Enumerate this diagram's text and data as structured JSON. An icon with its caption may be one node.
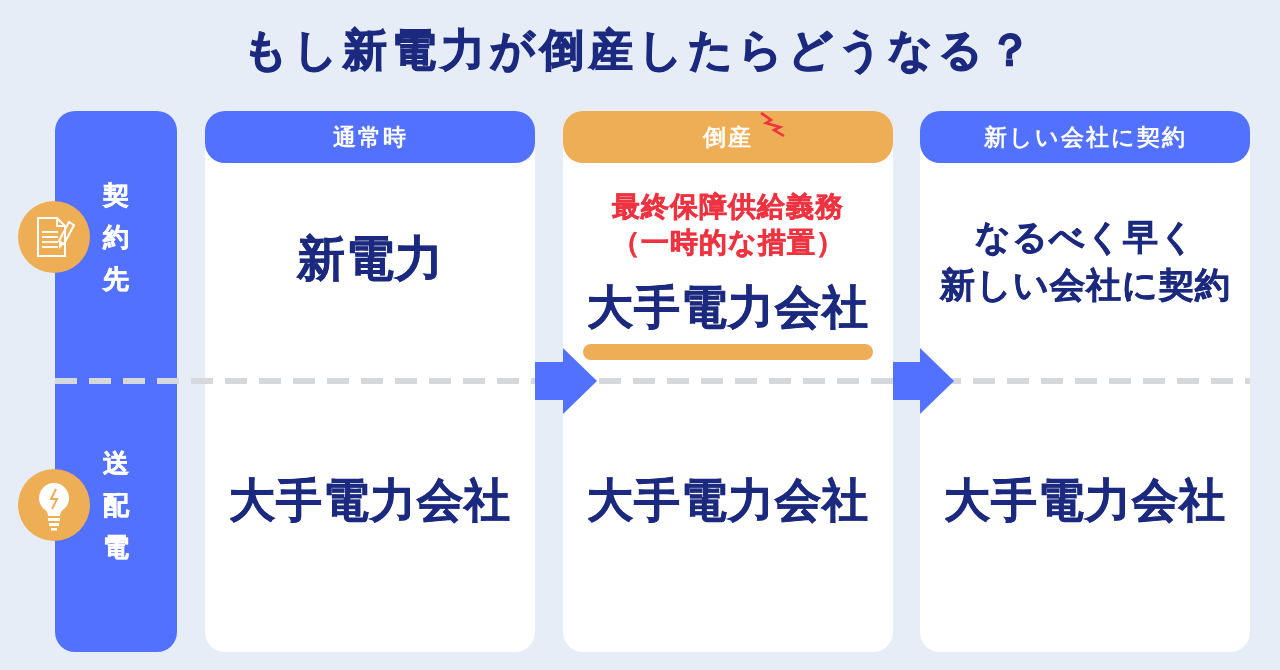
{
  "diagram": {
    "title": "もし新電力が倒産したらどうなる？",
    "nodes": [
      {
        "text": [
          "契約先",
          "送配電"
        ]
      },
      {
        "text": [
          "通常時",
          "新電力",
          "大手電力会社"
        ]
      },
      {
        "text": [
          "倒産",
          "最終保障供給義務（一時的な措置）",
          "大手電力会社",
          "大手電力会社"
        ]
      },
      {
        "text": [
          "新しい会社に契約",
          "なるべく早く新しい会社に契約",
          "大手電力会社"
        ]
      }
    ],
    "edges": [
      {
        "from": 1,
        "to": 2,
        "arrow": "to"
      },
      {
        "from": 2,
        "to": 3,
        "arrow": "to"
      }
    ]
  }
}
